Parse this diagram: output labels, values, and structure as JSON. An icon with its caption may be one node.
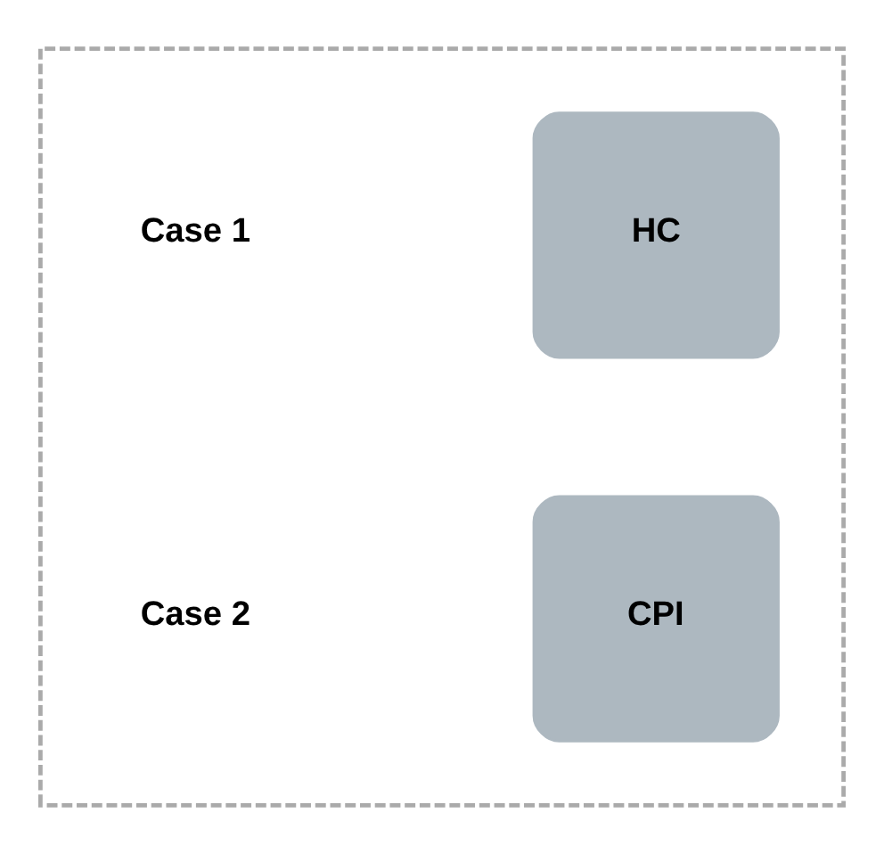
{
  "diagram": {
    "nodes": [
      {
        "text": [],
        "shape": "box"
      },
      {
        "text": [
          "HC"
        ],
        "in": 0
      },
      {
        "text": [
          "CPI"
        ],
        "in": 0
      }
    ],
    "labels": [
      "Case 1",
      "Case 2"
    ]
  }
}
